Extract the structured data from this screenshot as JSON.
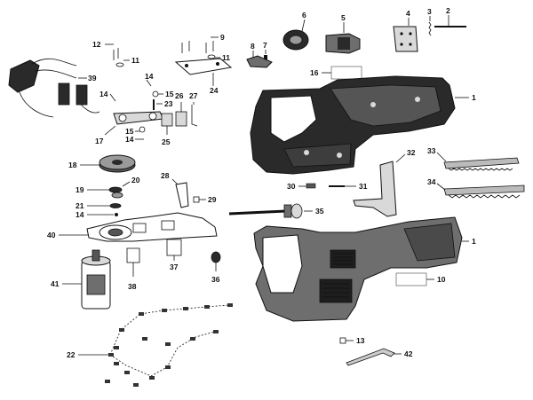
{
  "parts": {
    "p1": "1",
    "p2": "2",
    "p3": "3",
    "p4": "4",
    "p5": "5",
    "p6": "6",
    "p7": "7",
    "p8": "8",
    "p9": "9",
    "p10": "10",
    "p11": "11",
    "p12": "12",
    "p13": "13",
    "p14": "14",
    "p15": "15",
    "p16": "16",
    "p17": "17",
    "p18": "18",
    "p19": "19",
    "p20": "20",
    "p21": "21",
    "p22": "22",
    "p23": "23",
    "p24": "24",
    "p25": "25",
    "p26": "26",
    "p27": "27",
    "p28": "28",
    "p29": "29",
    "p30": "30",
    "p31": "31",
    "p32": "32",
    "p33": "33",
    "p34": "34",
    "p35": "35",
    "p36": "36",
    "p37": "37",
    "p38": "38",
    "p39": "39",
    "p40": "40",
    "p41": "41",
    "p42": "42"
  },
  "colors": {
    "ink": "#111111",
    "housing_dark": "#2a2a2a",
    "housing_mid": "#6e6e6e",
    "housing_light": "#d9d9d9"
  }
}
